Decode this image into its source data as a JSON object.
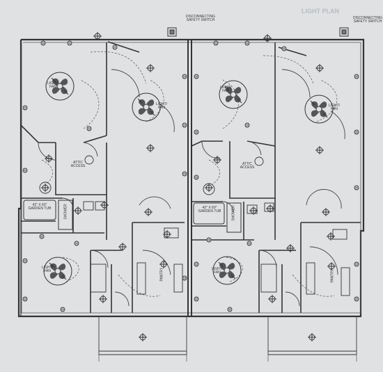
{
  "sheet": {
    "title": "LIGHT PLAN",
    "disconnect_1": "DISCONNECTING SAFETY SWITCH",
    "disconnect_2": "DISCONNECTING SAFETY SWITCH"
  },
  "fixtures": {
    "light_fan": "LIGHT/ FAN"
  },
  "rooms": {
    "attic_access": "ATTIC ACCESS",
    "tub": "42\" x 60\" GARDEN TUB",
    "shower": "SHOWER",
    "pantry": "PANTRY"
  }
}
